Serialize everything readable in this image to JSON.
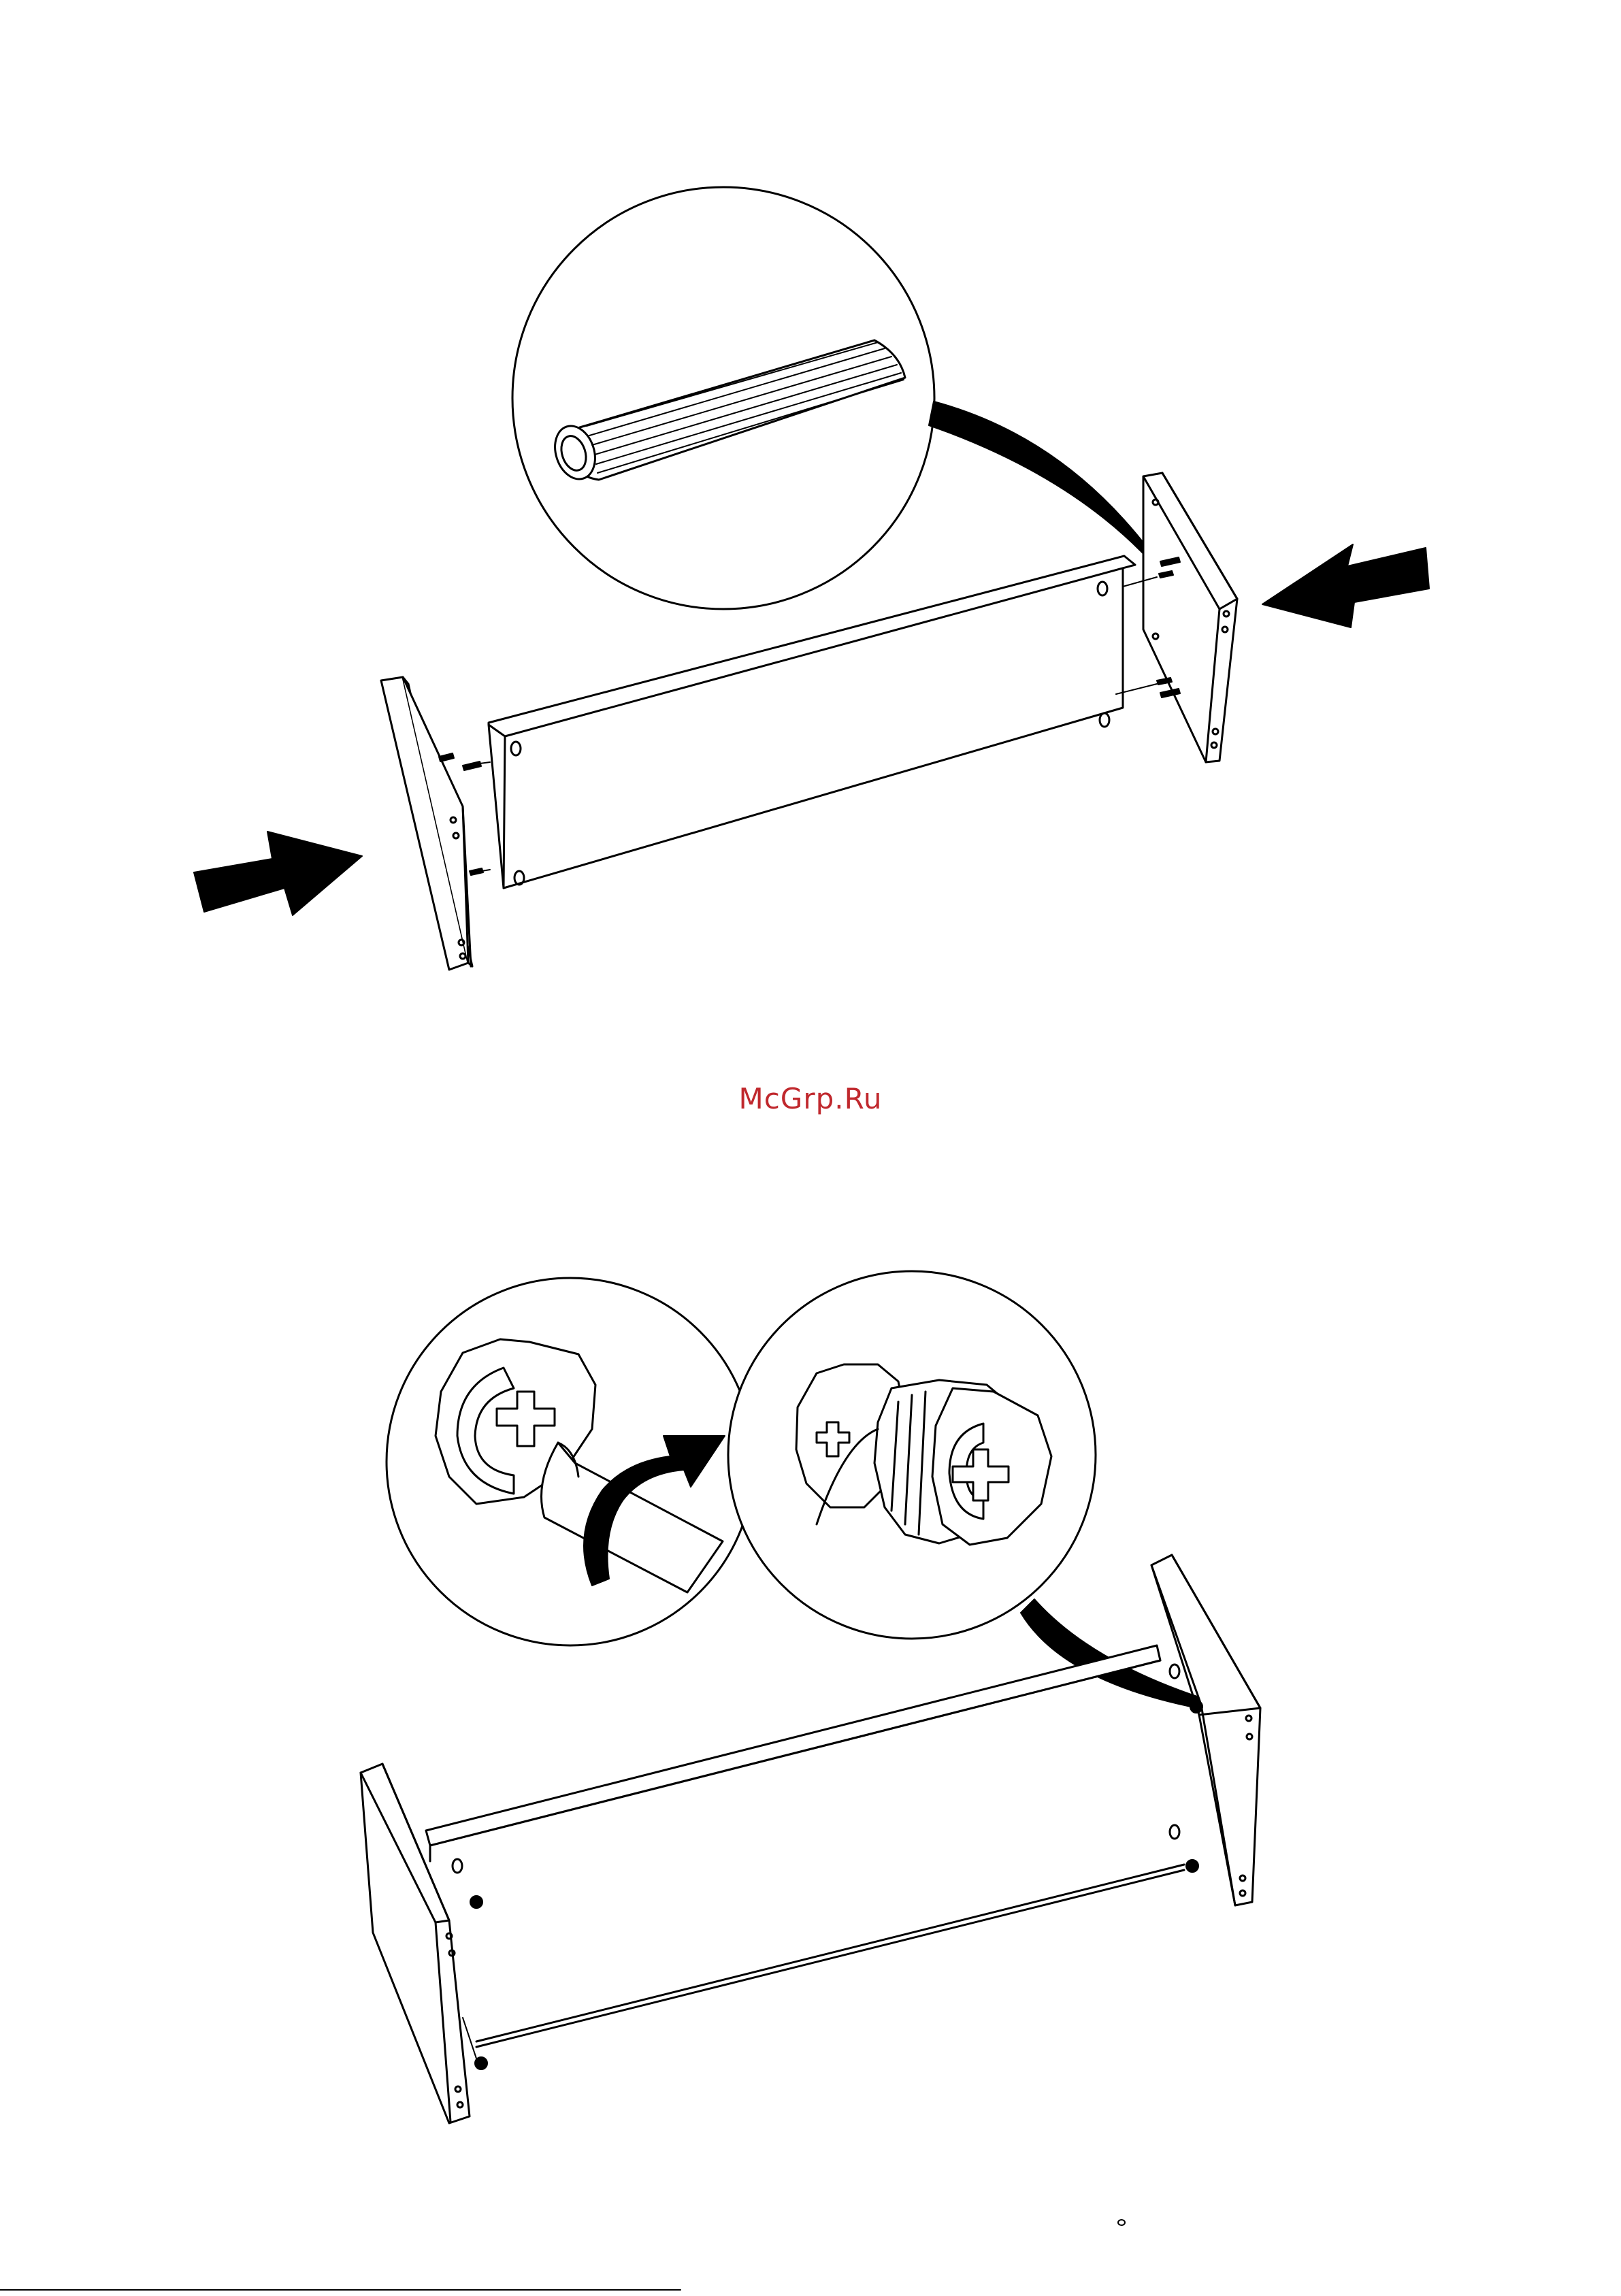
{
  "watermark": {
    "text": "McGrp.Ru",
    "color": "#c0282d"
  },
  "line_color": "#000000",
  "background": "#ffffff",
  "steps": [
    {
      "illustration": "dowel-insertion",
      "detail_icons": [
        "wooden-dowel-icon"
      ],
      "direction_icons": [
        "push-arrow-left-icon",
        "push-arrow-right-icon"
      ]
    },
    {
      "illustration": "cam-lock-tightening",
      "detail_icons": [
        "screwdriver-cam-icon",
        "cam-lock-icon"
      ],
      "direction_icons": [
        "rotate-arrow-icon"
      ]
    }
  ]
}
